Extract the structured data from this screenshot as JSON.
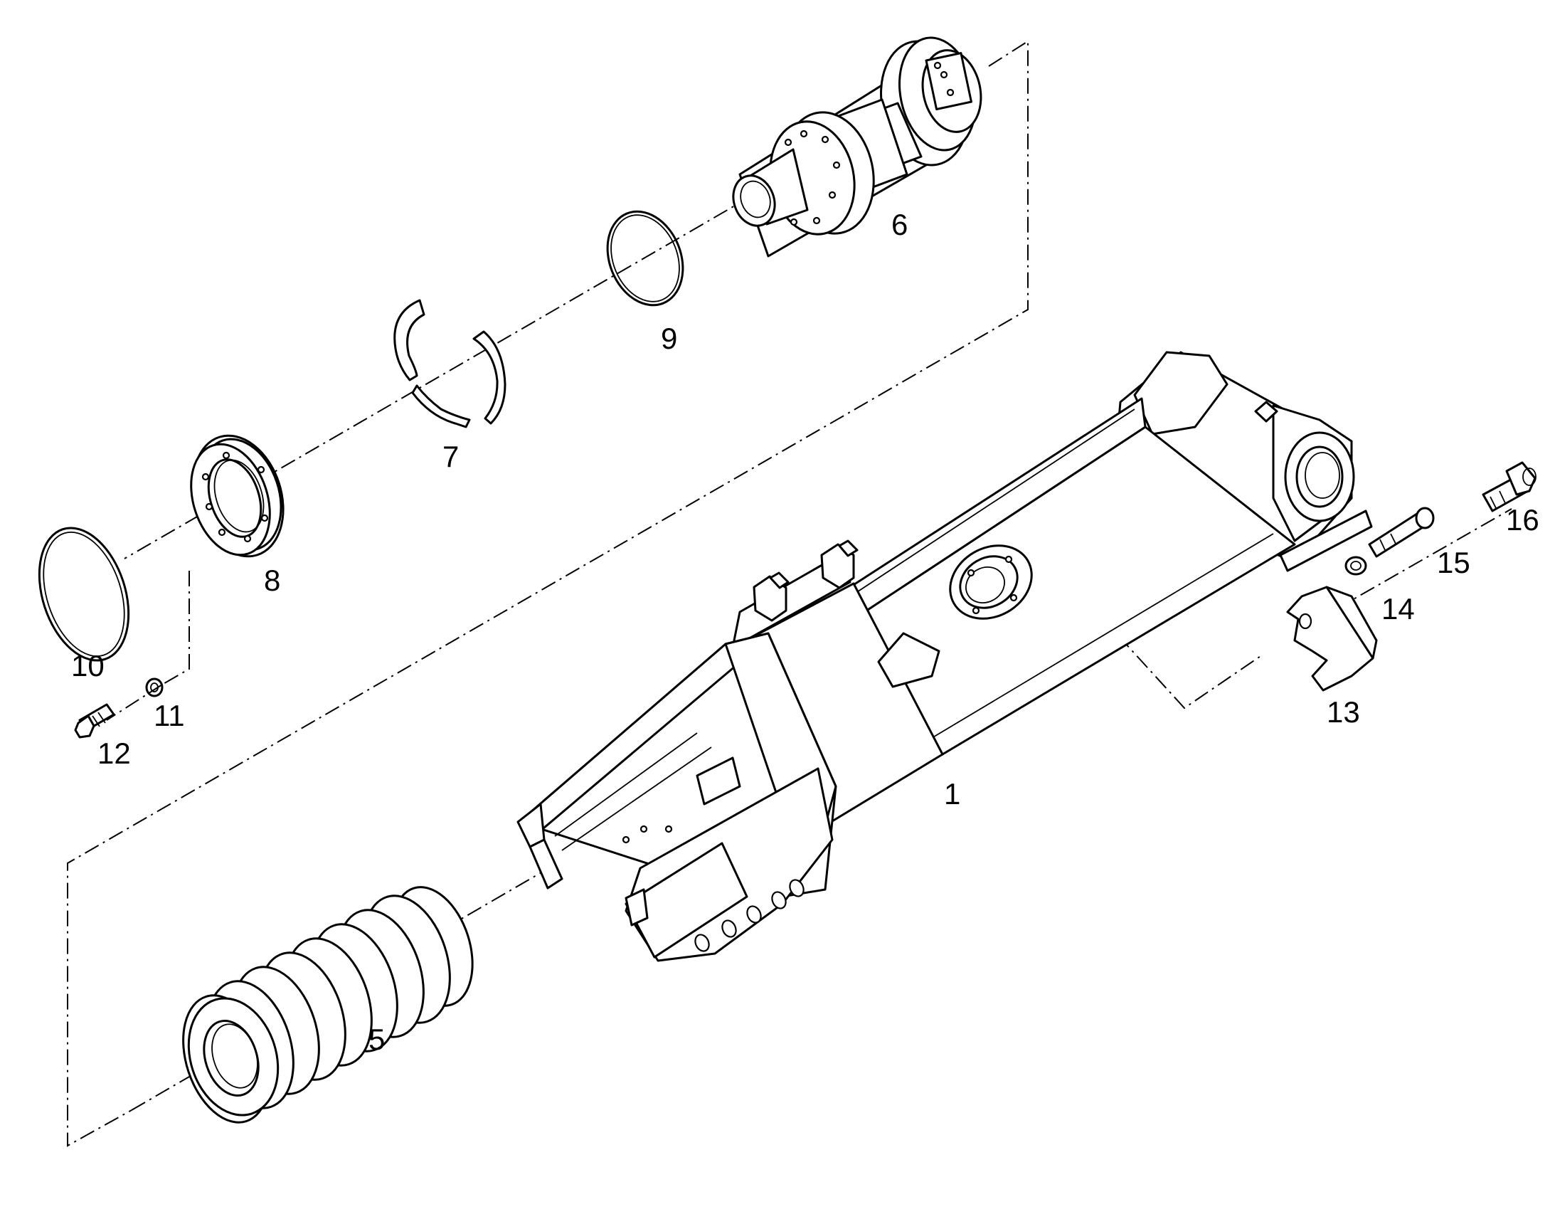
{
  "diagram": {
    "labels": {
      "part1": "1",
      "part5": "5",
      "part6": "6",
      "part7": "7",
      "part8": "8",
      "part9": "9",
      "part10": "10",
      "part11": "11",
      "part12": "12",
      "part13": "13",
      "part14": "14",
      "part15": "15",
      "part16": "16"
    }
  }
}
